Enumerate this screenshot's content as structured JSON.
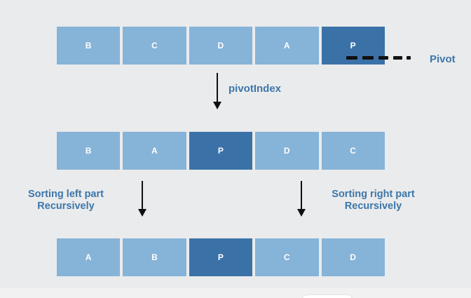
{
  "diagram": {
    "background_color": "#eaebec",
    "cell_color": "#86b3d8",
    "pivot_color": "#3a72a8",
    "label_color": "#3d76ab",
    "arrow_color": "#0f0f0f",
    "rows": [
      {
        "name": "initial-array",
        "cells": [
          {
            "label": "B",
            "pivot": false
          },
          {
            "label": "C",
            "pivot": false
          },
          {
            "label": "D",
            "pivot": false
          },
          {
            "label": "A",
            "pivot": false
          },
          {
            "label": "P",
            "pivot": true
          }
        ]
      },
      {
        "name": "partitioned-array",
        "cells": [
          {
            "label": "B",
            "pivot": false
          },
          {
            "label": "A",
            "pivot": false
          },
          {
            "label": "P",
            "pivot": true
          },
          {
            "label": "D",
            "pivot": false
          },
          {
            "label": "C",
            "pivot": false
          }
        ]
      },
      {
        "name": "sorted-array",
        "cells": [
          {
            "label": "A",
            "pivot": false
          },
          {
            "label": "B",
            "pivot": false
          },
          {
            "label": "P",
            "pivot": true
          },
          {
            "label": "C",
            "pivot": false
          },
          {
            "label": "D",
            "pivot": false
          }
        ]
      }
    ],
    "annotations": {
      "pivot": "Pivot",
      "pivot_index": "pivotIndex",
      "sorting_left_line1": "Sorting left part",
      "sorting_left_line2": "Recursively",
      "sorting_right_line1": "Sorting right part",
      "sorting_right_line2": "Recursively"
    }
  }
}
